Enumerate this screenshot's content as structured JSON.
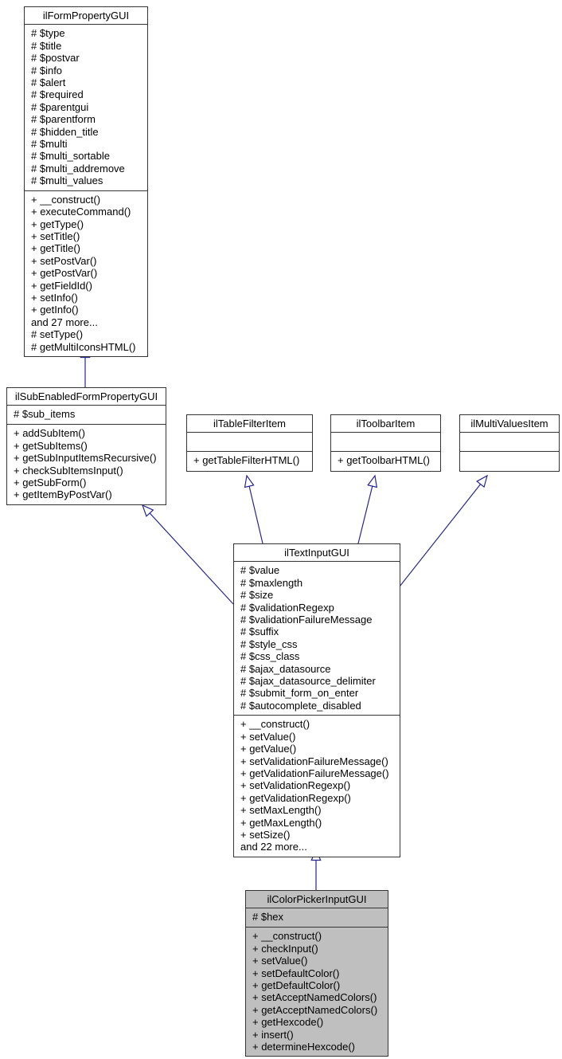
{
  "colors": {
    "node_fill": "#ffffff",
    "highlight_fill": "#bfbfbf",
    "border": "#353535",
    "arrow": "#26268c"
  },
  "classes": {
    "formPropertyGUI": {
      "name": "ilFormPropertyGUI",
      "attributes": [
        "# $type",
        "# $title",
        "# $postvar",
        "# $info",
        "# $alert",
        "# $required",
        "# $parentgui",
        "# $parentform",
        "# $hidden_title",
        "# $multi",
        "# $multi_sortable",
        "# $multi_addremove",
        "# $multi_values"
      ],
      "methods": [
        "+ __construct()",
        "+ executeCommand()",
        "+ getType()",
        "+ setTitle()",
        "+ getTitle()",
        "+ setPostVar()",
        "+ getPostVar()",
        "+ getFieldId()",
        "+ setInfo()",
        "+ getInfo()",
        "and 27 more...",
        "# setType()",
        "# getMultiIconsHTML()"
      ]
    },
    "subEnabledFormPropertyGUI": {
      "name": "ilSubEnabledFormPropertyGUI",
      "attributes": [
        "# $sub_items"
      ],
      "methods": [
        "+ addSubItem()",
        "+ getSubItems()",
        "+ getSubInputItemsRecursive()",
        "+ checkSubItemsInput()",
        "+ getSubForm()",
        "+ getItemByPostVar()"
      ]
    },
    "tableFilterItem": {
      "name": "ilTableFilterItem",
      "attributes": [],
      "methods": [
        "+ getTableFilterHTML()"
      ]
    },
    "toolbarItem": {
      "name": "ilToolbarItem",
      "attributes": [],
      "methods": [
        "+ getToolbarHTML()"
      ]
    },
    "multiValuesItem": {
      "name": "ilMultiValuesItem",
      "attributes": [],
      "methods": []
    },
    "textInputGUI": {
      "name": "ilTextInputGUI",
      "attributes": [
        "# $value",
        "# $maxlength",
        "# $size",
        "# $validationRegexp",
        "# $validationFailureMessage",
        "# $suffix",
        "# $style_css",
        "# $css_class",
        "# $ajax_datasource",
        "# $ajax_datasource_delimiter",
        "# $submit_form_on_enter",
        "# $autocomplete_disabled"
      ],
      "methods": [
        "+ __construct()",
        "+ setValue()",
        "+ getValue()",
        "+ setValidationFailureMessage()",
        "+ getValidationFailureMessage()",
        "+ setValidationRegexp()",
        "+ getValidationRegexp()",
        "+ setMaxLength()",
        "+ getMaxLength()",
        "+ setSize()",
        "and 22 more..."
      ]
    },
    "colorPickerInputGUI": {
      "name": "ilColorPickerInputGUI",
      "highlighted": true,
      "attributes": [
        "# $hex"
      ],
      "methods": [
        "+ __construct()",
        "+ checkInput()",
        "+ setValue()",
        "+ setDefaultColor()",
        "+ getDefaultColor()",
        "+ setAcceptNamedColors()",
        "+ getAcceptNamedColors()",
        "+ getHexcode()",
        "+ insert()",
        "+ determineHexcode()"
      ]
    }
  },
  "relations": [
    {
      "child": "ilSubEnabledFormPropertyGUI",
      "parent": "ilFormPropertyGUI",
      "type": "inheritance"
    },
    {
      "child": "ilTextInputGUI",
      "parent": "ilSubEnabledFormPropertyGUI",
      "type": "inheritance"
    },
    {
      "child": "ilTextInputGUI",
      "parent": "ilTableFilterItem",
      "type": "inheritance"
    },
    {
      "child": "ilTextInputGUI",
      "parent": "ilToolbarItem",
      "type": "inheritance"
    },
    {
      "child": "ilTextInputGUI",
      "parent": "ilMultiValuesItem",
      "type": "inheritance"
    },
    {
      "child": "ilColorPickerInputGUI",
      "parent": "ilTextInputGUI",
      "type": "inheritance"
    }
  ]
}
